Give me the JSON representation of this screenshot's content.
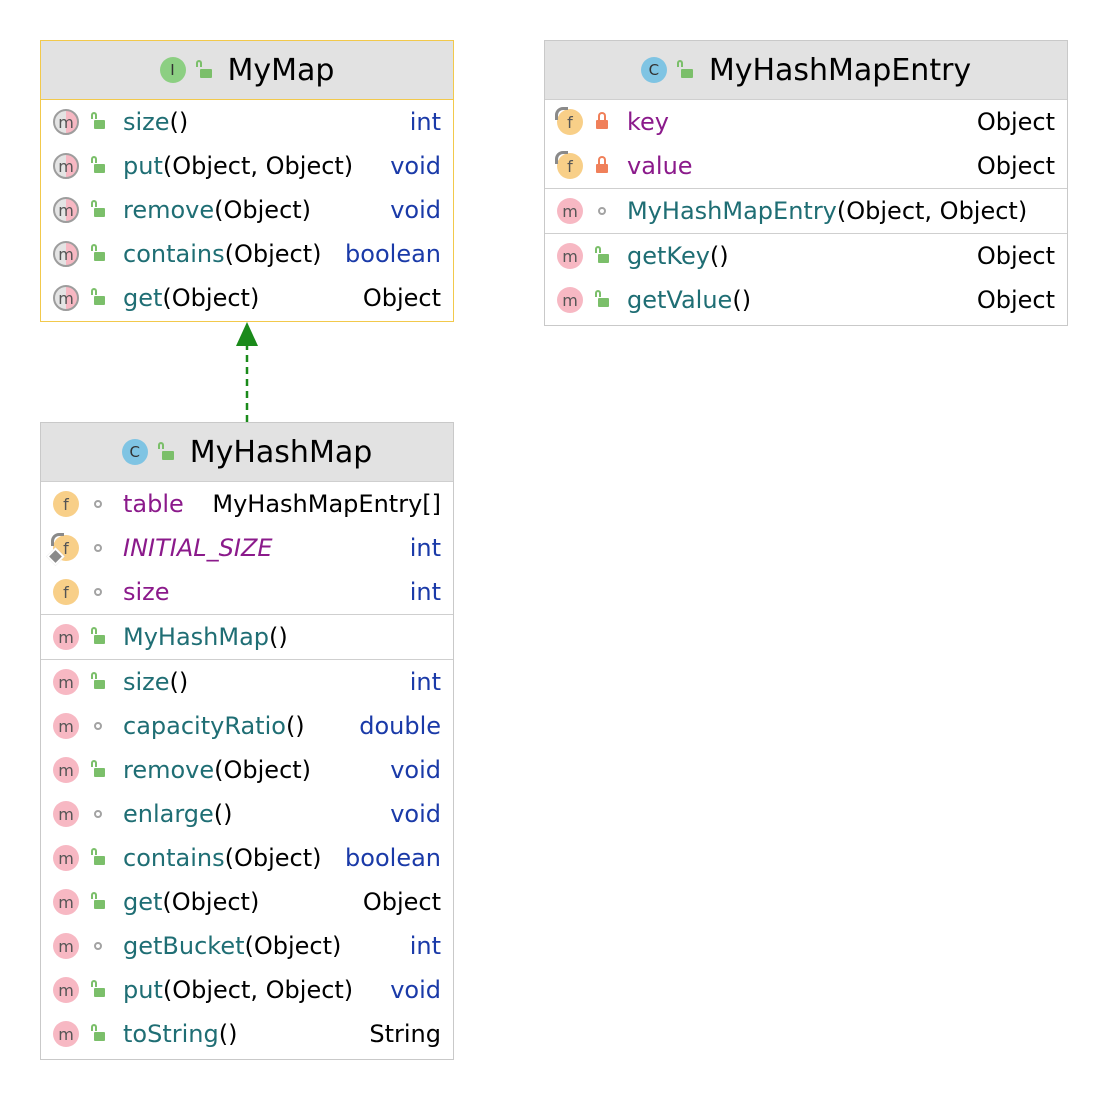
{
  "my_map": {
    "title": "MyMap",
    "kind_letter": "I",
    "methods": [
      {
        "name": "size",
        "params": "()",
        "type": "int"
      },
      {
        "name": "put",
        "params": "(Object, Object)",
        "type": "void"
      },
      {
        "name": "remove",
        "params": "(Object)",
        "type": "void"
      },
      {
        "name": "contains",
        "params": "(Object)",
        "type": "boolean"
      },
      {
        "name": "get",
        "params": "(Object)",
        "type": "Object"
      }
    ]
  },
  "my_hash_map_entry": {
    "title": "MyHashMapEntry",
    "kind_letter": "C",
    "fields": [
      {
        "name": "key",
        "type": "Object"
      },
      {
        "name": "value",
        "type": "Object"
      }
    ],
    "constructor": {
      "name": "MyHashMapEntry",
      "params": "(Object, Object)"
    },
    "methods": [
      {
        "name": "getKey",
        "params": "()",
        "type": "Object"
      },
      {
        "name": "getValue",
        "params": "()",
        "type": "Object"
      }
    ]
  },
  "my_hash_map": {
    "title": "MyHashMap",
    "kind_letter": "C",
    "fields": [
      {
        "name": "table",
        "type": "MyHashMapEntry[]"
      },
      {
        "name": "INITIAL_SIZE",
        "type": "int"
      },
      {
        "name": "size",
        "type": "int"
      }
    ],
    "constructor": {
      "name": "MyHashMap",
      "params": "()"
    },
    "methods": [
      {
        "name": "size",
        "params": "()",
        "type": "int"
      },
      {
        "name": "capacityRatio",
        "params": "()",
        "type": "double"
      },
      {
        "name": "remove",
        "params": "(Object)",
        "type": "void"
      },
      {
        "name": "enlarge",
        "params": "()",
        "type": "void"
      },
      {
        "name": "contains",
        "params": "(Object)",
        "type": "boolean"
      },
      {
        "name": "get",
        "params": "(Object)",
        "type": "Object"
      },
      {
        "name": "getBucket",
        "params": "(Object)",
        "type": "int"
      },
      {
        "name": "put",
        "params": "(Object, Object)",
        "type": "void"
      },
      {
        "name": "toString",
        "params": "()",
        "type": "String"
      }
    ]
  },
  "glyphs": {
    "method": "m",
    "field": "f"
  },
  "colors": {
    "implements_arrow": "#1a8a1a",
    "interface_border": "#f2c94c",
    "primitive_type": "#1a3aa8",
    "member_name": "#1f6e74",
    "field_name": "#8b1a8b"
  }
}
